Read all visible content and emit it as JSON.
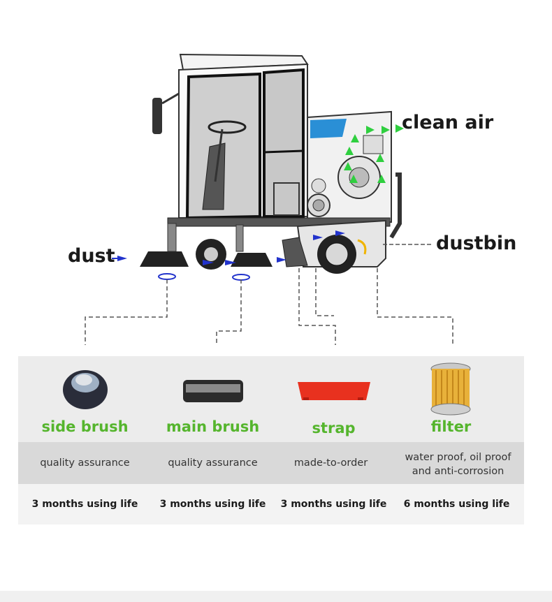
{
  "callouts": {
    "clean_air": "clean air",
    "dustbin": "dustbin",
    "dust": "dust"
  },
  "parts": [
    {
      "name": "side brush",
      "desc": "quality assurance",
      "life": "3 months using life",
      "icon": "side-brush-icon"
    },
    {
      "name": "main brush",
      "desc": "quality assurance",
      "life": "3 months using life",
      "icon": "main-brush-icon"
    },
    {
      "name": "strap",
      "desc": "made-to-order",
      "life": "3 months using life",
      "icon": "strap-icon"
    },
    {
      "name": "filter",
      "desc": "water proof, oil proof\nand anti-corrosion",
      "life": "6 months using life",
      "icon": "filter-icon"
    }
  ],
  "colors": {
    "accent_green": "#55b52d",
    "airflow_blue": "#2233cc",
    "strap_red": "#e8311f",
    "filter_yellow": "#e8b13a"
  }
}
